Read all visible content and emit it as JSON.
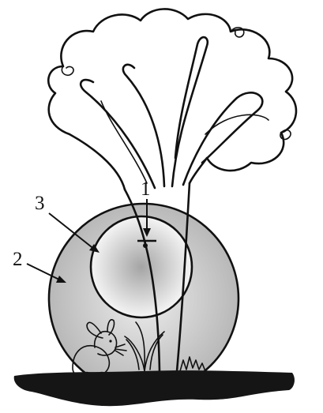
{
  "labels": {
    "one": "1",
    "two": "2",
    "three": "3"
  },
  "colors": {
    "ink": "#111111",
    "sphere_light": "#f7f7f7",
    "sphere_dark": "#b9b9b9",
    "ground": "#151515"
  }
}
